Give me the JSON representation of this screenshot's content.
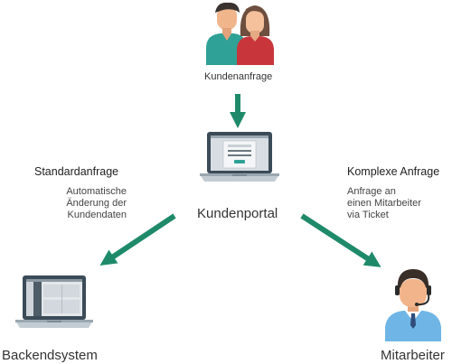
{
  "nodes": {
    "customers": {
      "label": "Kundenanfrage",
      "icon": "customer-pair-icon"
    },
    "portal": {
      "label": "Kundenportal",
      "icon": "laptop-portal-icon"
    },
    "backend": {
      "label": "Backendsystem",
      "icon": "laptop-backend-icon"
    },
    "employee": {
      "label": "Mitarbeiter",
      "icon": "support-agent-icon"
    }
  },
  "branches": {
    "standard": {
      "title": "Standardanfrage",
      "description": [
        "Automatische",
        "Änderung der",
        "Kundendaten"
      ]
    },
    "complex": {
      "title": "Komplexe Anfrage",
      "description": [
        "Anfrage an",
        "einen Mitarbeiter",
        "via Ticket"
      ]
    }
  },
  "colors": {
    "arrow": "#1f8a6a",
    "laptop_frame": "#3b4b58",
    "laptop_base": "#c3ccd3",
    "shirt_teal": "#2fa196",
    "shirt_red": "#c8363b",
    "agent_shirt": "#6fb6e6"
  }
}
